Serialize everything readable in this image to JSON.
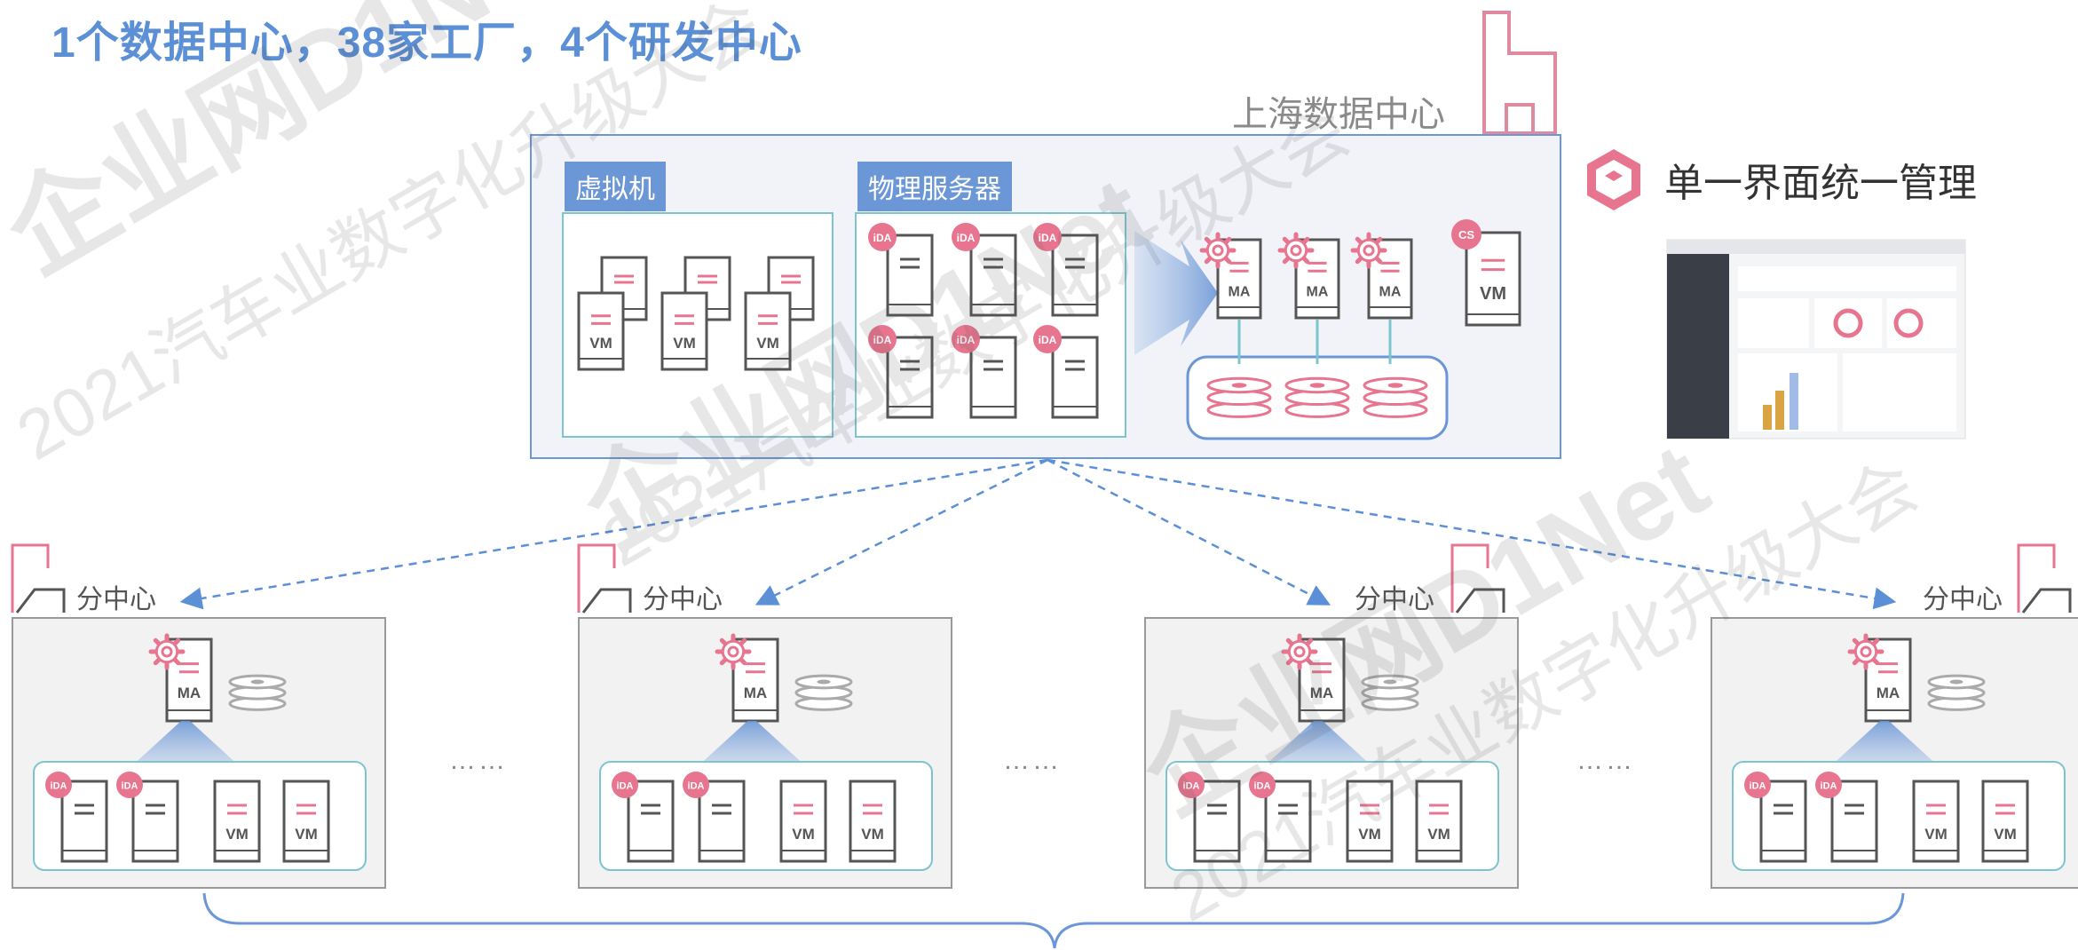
{
  "title": "1个数据中心，38家工厂，4个研发中心",
  "datacenter": {
    "label": "上海数据中心",
    "vm_box_title": "虚拟机",
    "physical_box_title": "物理服务器"
  },
  "management": {
    "label": "单一界面统一管理"
  },
  "server_tags": {
    "vm": "VM",
    "ma": "MA",
    "ida": "iDA",
    "cs": "CS"
  },
  "branches": [
    {
      "label": "分中心"
    },
    {
      "label": "分中心"
    },
    {
      "label": "分中心"
    },
    {
      "label": "分中心"
    }
  ],
  "ellipsis": "……",
  "watermark": {
    "logo": "企业网D1Net",
    "text": "2021汽车业数字化升级大会"
  },
  "colors": {
    "accent_blue": "#5b8fd6",
    "box_blue": "#6c97d6",
    "pink": "#e8758f",
    "teal": "#7cc5cf"
  }
}
